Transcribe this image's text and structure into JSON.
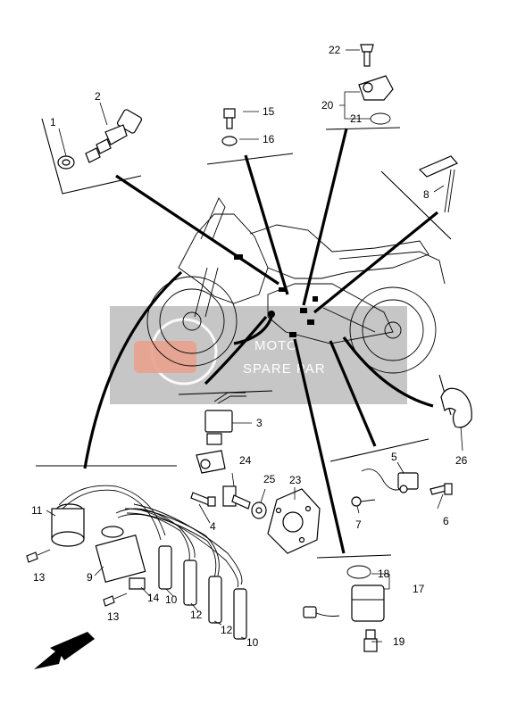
{
  "labels": {
    "p1": "1",
    "p2": "2",
    "p3": "3",
    "p4": "4",
    "p5": "5",
    "p6": "6",
    "p7": "7",
    "p8": "8",
    "p9": "9",
    "p10a": "10",
    "p10b": "10",
    "p11": "11",
    "p12a": "12",
    "p12b": "12",
    "p13a": "13",
    "p13b": "13",
    "p14": "14",
    "p15": "15",
    "p16": "16",
    "p17": "17",
    "p18": "18",
    "p19": "19",
    "p20": "20",
    "p21": "21",
    "p22": "22",
    "p23": "23",
    "p24": "24",
    "p25": "25",
    "p26": "26"
  },
  "watermark": {
    "line1": "MOTO",
    "line2": "SPARE PAR"
  },
  "colors": {
    "line": "#000000",
    "background": "#ffffff",
    "watermark_box": "#b9b9b9",
    "watermark_logo": "#e8a18c"
  },
  "icons": {
    "arrow": "front-direction-arrow-icon"
  }
}
